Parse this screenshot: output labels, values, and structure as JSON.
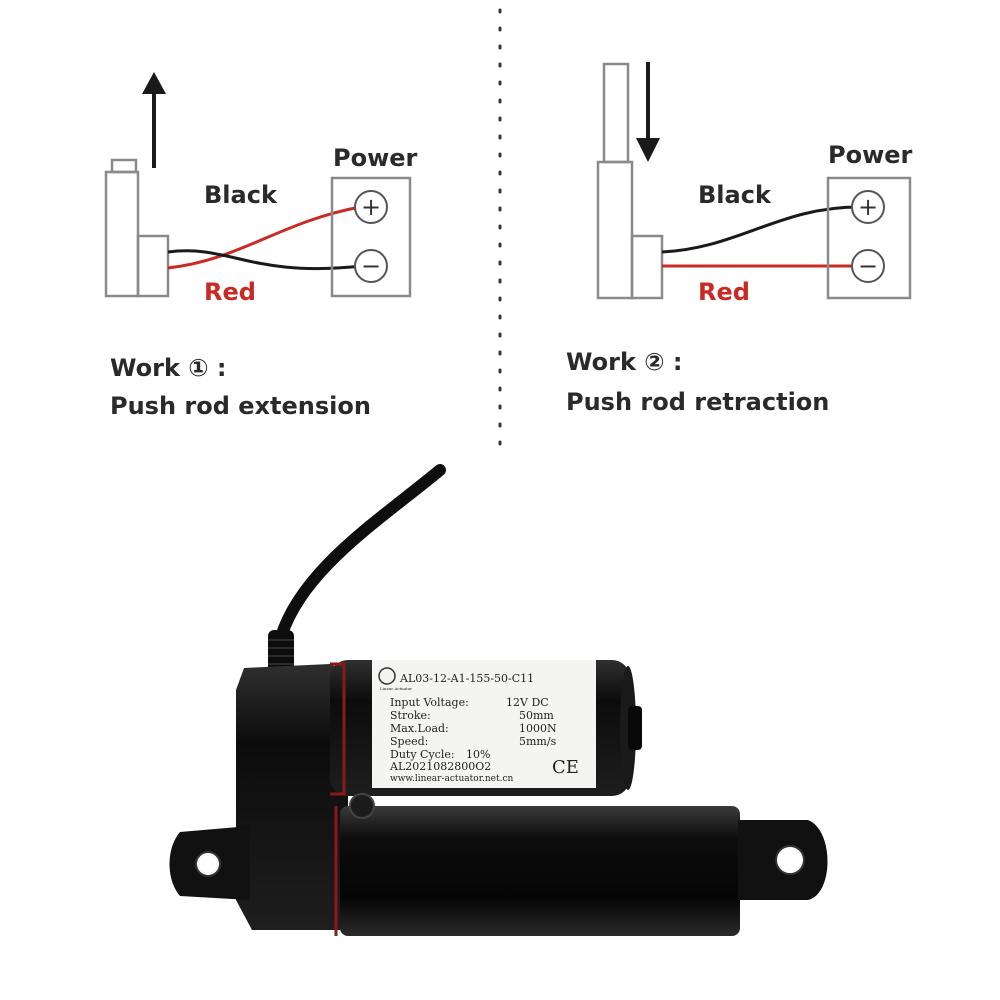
{
  "panel_left": {
    "power_label": "Power",
    "wire_black_label": "Black",
    "wire_red_label": "Red",
    "plus_symbol": "+",
    "minus_symbol": "−",
    "work_title": "Work ① :",
    "work_desc": "Push rod extension"
  },
  "panel_right": {
    "power_label": "Power",
    "wire_black_label": "Black",
    "wire_red_label": "Red",
    "plus_symbol": "+",
    "minus_symbol": "−",
    "work_title": "Work ② :",
    "work_desc": "Push rod retraction"
  },
  "product_label": {
    "model": "AL03-12-A1-155-50-C11",
    "brand_small": "Linear Actuator",
    "rows": [
      {
        "key": "Input Voltage:",
        "value": "12V DC"
      },
      {
        "key": "Stroke:",
        "value": "50mm"
      },
      {
        "key": "Max.Load:",
        "value": "1000N"
      },
      {
        "key": "Speed:",
        "value": "5mm/s"
      },
      {
        "key": "Duty Cycle:",
        "value": "10%"
      }
    ],
    "serial": "AL2021082800O2",
    "website": "www.linear-actuator.net.cn",
    "ce_mark": "CE"
  },
  "colors": {
    "wire_red": "#c92a24",
    "wire_black": "#1a1a1a",
    "outline": "#888888",
    "actuator_body": "#141414"
  }
}
